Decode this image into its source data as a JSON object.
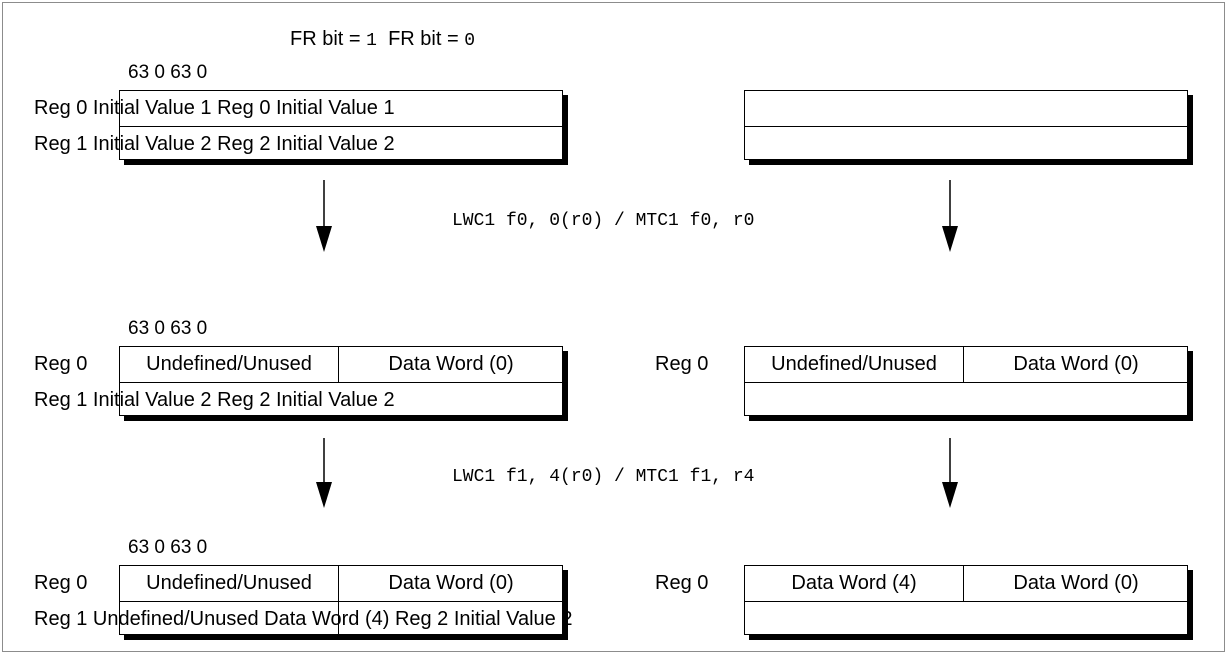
{
  "header": {
    "fr1_label": "FR bit = ",
    "fr1_value": "1",
    "fr0_label": "FR bit = ",
    "fr0_value": "0"
  },
  "bit_labels": [
    "63 0 63 0",
    "63 0 63 0",
    "63 0 63 0"
  ],
  "instructions": [
    "LWC1 f0, 0(r0) / MTC1 f0, r0",
    "LWC1 f1, 4(r0) / MTC1 f1, r4"
  ],
  "stage1": {
    "row0": "Reg 0 Initial Value 1 Reg 0 Initial Value 1",
    "row1": "Reg 1 Initial Value 2 Reg 2 Initial Value 2"
  },
  "stage2": {
    "left_reg0": "Reg 0",
    "left_cell_hi": "Undefined/Unused",
    "left_cell_lo": "Data Word (0)",
    "left_row1": "Reg 1 Initial Value 2 Reg 2 Initial Value 2",
    "right_reg0": "Reg 0",
    "right_cell_hi": "Undefined/Unused",
    "right_cell_lo": "Data Word (0)"
  },
  "stage3": {
    "left_reg0": "Reg 0",
    "left_cell_hi": "Undefined/Unused",
    "left_cell_lo": "Data Word (0)",
    "left_row1": "Reg 1 Undefined/Unused Data Word (4) Reg 2 Initial Value 2",
    "right_reg0": "Reg 0",
    "right_cell_hi": "Data Word (4)",
    "right_cell_lo": "Data Word (0)"
  }
}
